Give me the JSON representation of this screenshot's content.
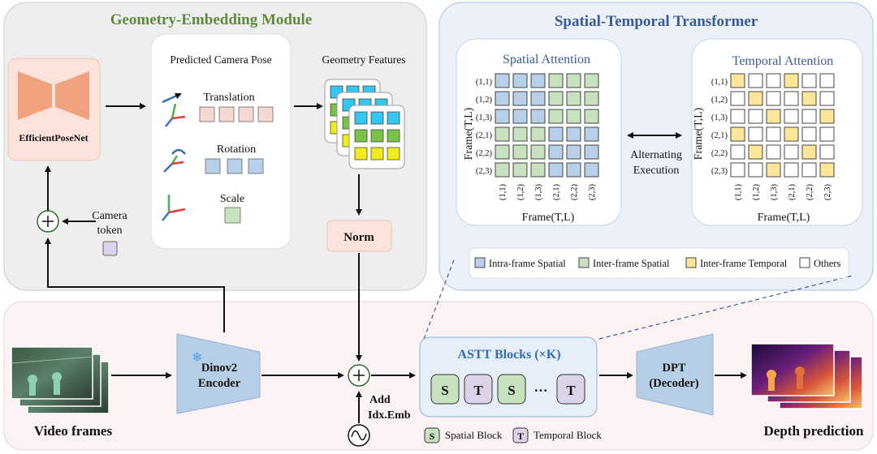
{
  "geometry_module": {
    "title": "Geometry-Embedding Module",
    "efficientposenet": "EfficientPoseNet",
    "pose_title": "Predicted Camera Pose",
    "translation": "Translation",
    "rotation": "Rotation",
    "scale": "Scale",
    "features_title": "Geometry Features",
    "norm": "Norm",
    "camera_token_line1": "Camera",
    "camera_token_line2": "token"
  },
  "st_transformer": {
    "title": "Spatial-Temporal Transformer",
    "spatial_title": "Spatial Attention",
    "temporal_title": "Temporal Attention",
    "axis_label": "Frame(T,L)",
    "row_labels": [
      "(1,1)",
      "(1,2)",
      "(1,3)",
      "(2,1)",
      "(2,2)",
      "(2,3)"
    ],
    "col_labels": [
      "(1,1)",
      "(1,2)",
      "(1,3)",
      "(2,1)",
      "(2,2)",
      "(2,3)"
    ],
    "alternating_line1": "Alternating",
    "alternating_line2": "Execution",
    "spatial_grid": [
      [
        "B",
        "B",
        "B",
        "G",
        "G",
        "G"
      ],
      [
        "B",
        "B",
        "B",
        "G",
        "G",
        "G"
      ],
      [
        "B",
        "B",
        "B",
        "G",
        "G",
        "G"
      ],
      [
        "G",
        "G",
        "G",
        "B",
        "B",
        "B"
      ],
      [
        "G",
        "G",
        "G",
        "B",
        "B",
        "B"
      ],
      [
        "G",
        "G",
        "G",
        "B",
        "B",
        "B"
      ]
    ],
    "temporal_grid": [
      [
        "Y",
        "W",
        "W",
        "Y",
        "W",
        "W"
      ],
      [
        "W",
        "Y",
        "W",
        "W",
        "Y",
        "W"
      ],
      [
        "W",
        "W",
        "Y",
        "W",
        "W",
        "Y"
      ],
      [
        "Y",
        "W",
        "W",
        "Y",
        "W",
        "W"
      ],
      [
        "W",
        "Y",
        "W",
        "W",
        "Y",
        "W"
      ],
      [
        "W",
        "W",
        "Y",
        "W",
        "W",
        "Y"
      ]
    ],
    "legend": [
      {
        "key": "B",
        "label": "Intra-frame Spatial"
      },
      {
        "key": "G",
        "label": "Inter-frame Spatial"
      },
      {
        "key": "Y",
        "label": "Inter-frame Temporal"
      },
      {
        "key": "W",
        "label": "Others"
      }
    ]
  },
  "pipeline": {
    "video_frames": "Video frames",
    "encoder_line1": "Dinov2",
    "encoder_line2": "Encoder",
    "add_line1": "Add",
    "add_line2": "Idx.Emb",
    "astt_title": "ASTT Blocks (×K)",
    "spatial_letter": "S",
    "temporal_letter": "T",
    "ellipsis": "···",
    "spatial_block_legend": "Spatial Block",
    "temporal_block_legend": "Temporal Block",
    "dpt_line1": "DPT",
    "dpt_line2": "(Decoder)",
    "depth_prediction": "Depth prediction"
  },
  "colors": {
    "blue_cell": "#b7cfe8",
    "green_cell": "#c8e1bf",
    "yellow_cell": "#fde59a",
    "pink_cell": "#f7d7d2",
    "purple_token": "#dcd3ea",
    "geometry_title": "#5e8a3a",
    "st_title": "#3a5a96"
  }
}
